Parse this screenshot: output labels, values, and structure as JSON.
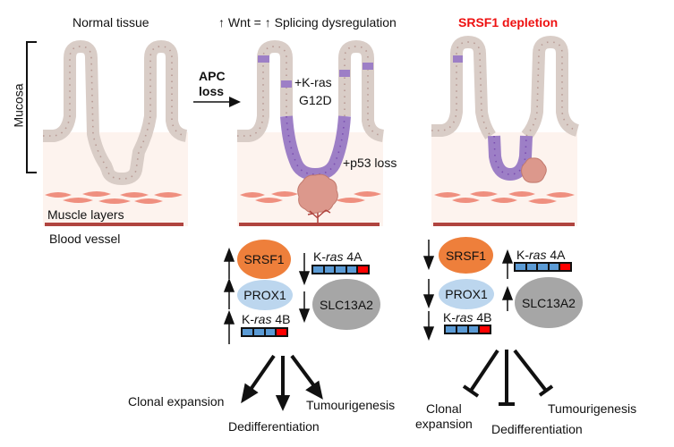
{
  "panels": {
    "normal": {
      "title": "Normal tissue",
      "mucosa_label": "Mucosa",
      "muscle_label": "Muscle layers",
      "vessel_label": "Blood vessel"
    },
    "wnt": {
      "title": "↑ Wnt = ↑ Splicing dysregulation",
      "transition_label_line1": "APC",
      "transition_label_line2": "loss",
      "kras_label_line1": "+K-ras",
      "kras_label_line2": "G12D",
      "p53_label": "+p53 loss",
      "genes": [
        {
          "name": "SRSF1",
          "direction": "up",
          "color": "#ee7f3b"
        },
        {
          "name": "PROX1",
          "direction": "up",
          "color": "#bcd6ee"
        },
        {
          "name": "K-ras 4B",
          "prefix": "K-",
          "italic": "ras",
          "suffix": " 4B",
          "direction": "up",
          "segments": [
            "blue",
            "blue",
            "blue",
            "red"
          ]
        },
        {
          "name": "K-ras 4A",
          "prefix": "K-",
          "italic": "ras",
          "suffix": " 4A",
          "direction": "down",
          "segments": [
            "blue",
            "blue",
            "blue",
            "blue",
            "red"
          ]
        },
        {
          "name": "SLC13A2",
          "direction": "down",
          "color": "#a6a6a6"
        }
      ],
      "outcomes": [
        "Clonal expansion",
        "Dedifferentiation",
        "Tumourigenesis"
      ],
      "outcome_effect": "promotes"
    },
    "srsf1": {
      "title": "SRSF1 depletion",
      "title_color": "#ee1111",
      "genes": [
        {
          "name": "SRSF1",
          "direction": "down",
          "color": "#ee7f3b"
        },
        {
          "name": "PROX1",
          "direction": "down",
          "color": "#bcd6ee"
        },
        {
          "name": "K-ras 4B",
          "prefix": "K-",
          "italic": "ras",
          "suffix": " 4B",
          "direction": "down",
          "segments": [
            "blue",
            "blue",
            "blue",
            "red"
          ]
        },
        {
          "name": "K-ras 4A",
          "prefix": "K-",
          "italic": "ras",
          "suffix": " 4A",
          "direction": "up",
          "segments": [
            "blue",
            "blue",
            "blue",
            "blue",
            "red"
          ]
        },
        {
          "name": "SLC13A2",
          "direction": "up",
          "color": "#a6a6a6"
        }
      ],
      "outcomes_line1": "Clonal",
      "outcomes_line2": "expansion",
      "outcomes": [
        "Clonal expansion",
        "Dedifferentiation",
        "Tumourigenesis"
      ],
      "outcome_effect": "inhibits"
    }
  },
  "colors": {
    "exon_blue": "#5b9bd5",
    "exon_red": "#ff0000",
    "epithelium": "#d9cdc7",
    "mutant_epithelium": "#9d7fc6",
    "tissue_bg": "#fdf3ee",
    "muscle": "#ef8f7f",
    "vessel": "#b0443f",
    "tumour": "#dc988c"
  }
}
